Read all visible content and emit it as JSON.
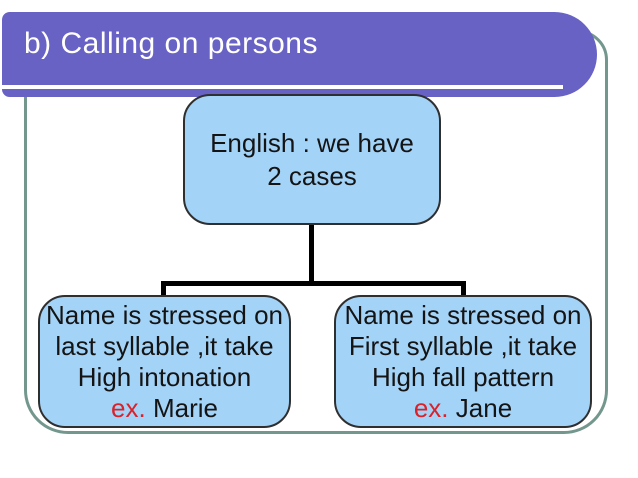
{
  "title": "b) Calling on persons",
  "diagram": {
    "root": {
      "line1": "English : we have",
      "line2": "2 cases"
    },
    "left": {
      "line1": "Name is stressed on",
      "line2": "last syllable ,it take",
      "line3": "High intonation",
      "ex_label": "ex.",
      "ex_name": "Marie"
    },
    "right": {
      "line1": "Name is stressed on",
      "line2": "First syllable ,it take",
      "line3": "High fall pattern",
      "ex_label": "ex.",
      "ex_name": "Jane"
    }
  },
  "colors": {
    "header_band": "#6862C5",
    "title_text": "#FFFFFF",
    "box_fill": "#A4D3F8",
    "box_border": "#2F2F2F",
    "frame": "#73968D",
    "connector": "#000000",
    "body_text": "#141414",
    "example_red": "#D9222A"
  }
}
